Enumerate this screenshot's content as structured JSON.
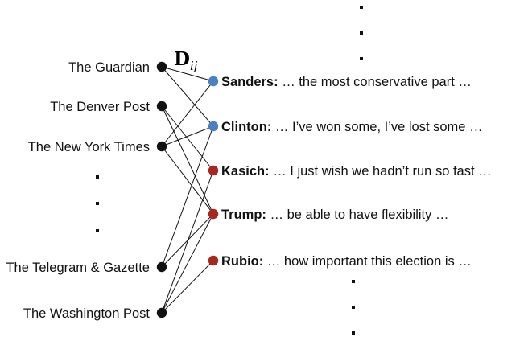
{
  "edge_label": {
    "main": "D",
    "sub": "ij"
  },
  "sources": [
    {
      "id": "guardian",
      "label": "The Guardian"
    },
    {
      "id": "denver",
      "label": "The Denver Post"
    },
    {
      "id": "nyt",
      "label": "The New York Times"
    },
    {
      "id": "telegram",
      "label": "The Telegram & Gazette"
    },
    {
      "id": "wapo",
      "label": "The Washington Post"
    }
  ],
  "quotes": [
    {
      "id": "sanders",
      "speaker": "Sanders:",
      "text": " … the most conservative part …",
      "color": "#4a80c2"
    },
    {
      "id": "clinton",
      "speaker": "Clinton:",
      "text": " … I’ve won some, I’ve lost some …",
      "color": "#4a80c2"
    },
    {
      "id": "kasich",
      "speaker": "Kasich:",
      "text": " … I just wish we hadn’t run so fast …",
      "color": "#a8261c"
    },
    {
      "id": "trump",
      "speaker": "Trump:",
      "text": " … be able to have flexibility …",
      "color": "#a8261c"
    },
    {
      "id": "rubio",
      "speaker": "Rubio:",
      "text": " … how important this election is …",
      "color": "#a8261c"
    }
  ],
  "edges": [
    [
      "guardian",
      "sanders"
    ],
    [
      "guardian",
      "clinton"
    ],
    [
      "denver",
      "kasich"
    ],
    [
      "denver",
      "trump"
    ],
    [
      "nyt",
      "sanders"
    ],
    [
      "nyt",
      "clinton"
    ],
    [
      "nyt",
      "trump"
    ],
    [
      "telegram",
      "clinton"
    ],
    [
      "telegram",
      "trump"
    ],
    [
      "wapo",
      "kasich"
    ],
    [
      "wapo",
      "trump"
    ],
    [
      "wapo",
      "rubio"
    ]
  ],
  "node_color_source": "#111111"
}
